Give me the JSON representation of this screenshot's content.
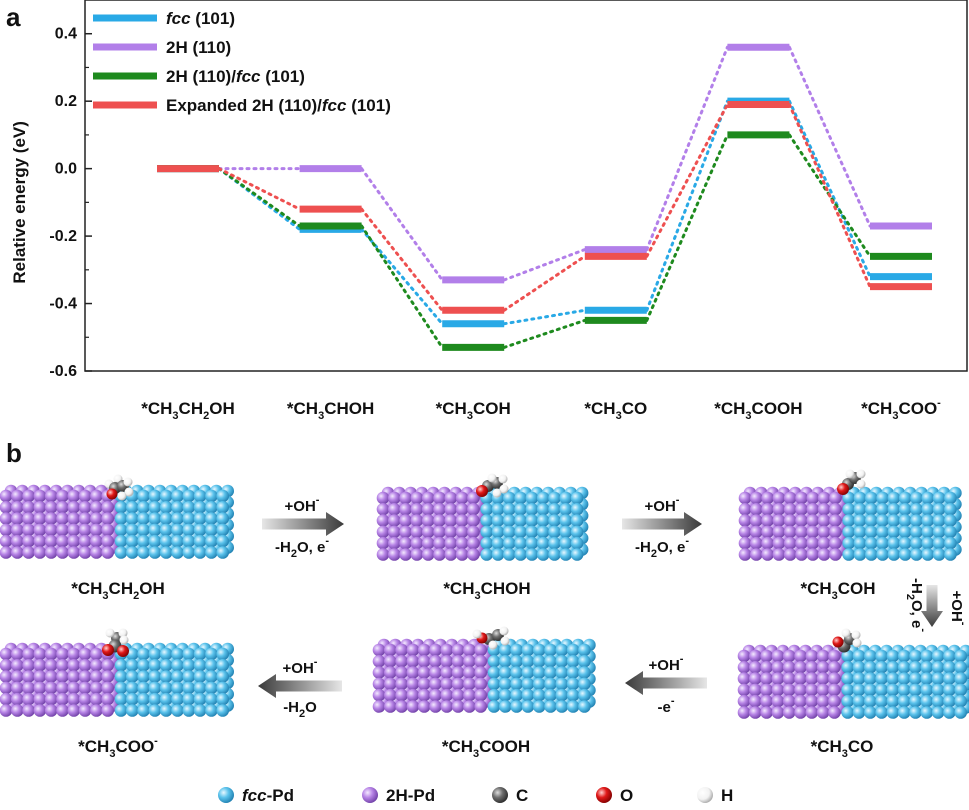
{
  "figure": {
    "panel_a": "a",
    "panel_b": "b"
  },
  "chart_data": {
    "type": "line",
    "ylabel": "Relative energy (eV)",
    "xlabel": "",
    "ylim": [
      -0.6,
      0.5
    ],
    "yticks": [
      "0.4",
      "0.2",
      "0.0",
      "-0.2",
      "-0.4",
      "-0.6"
    ],
    "ytick_values": [
      0.4,
      0.2,
      0.0,
      -0.2,
      -0.4,
      -0.6
    ],
    "grid": false,
    "legend": "top-left",
    "categories": [
      {
        "prefix": "*CH",
        "s1": "3",
        "mid": "CH",
        "s2": "2",
        "tail": "OH",
        "sup": ""
      },
      {
        "prefix": "*CH",
        "s1": "3",
        "mid": "CHOH",
        "s2": "",
        "tail": "",
        "sup": ""
      },
      {
        "prefix": "*CH",
        "s1": "3",
        "mid": "COH",
        "s2": "",
        "tail": "",
        "sup": ""
      },
      {
        "prefix": "*CH",
        "s1": "3",
        "mid": "CO",
        "s2": "",
        "tail": "",
        "sup": ""
      },
      {
        "prefix": "*CH",
        "s1": "3",
        "mid": "COOH",
        "s2": "",
        "tail": "",
        "sup": ""
      },
      {
        "prefix": "*CH",
        "s1": "3",
        "mid": "COO",
        "s2": "",
        "tail": "",
        "sup": "-"
      }
    ],
    "series": [
      {
        "name_parts": [
          {
            "t": "fcc",
            "i": true
          },
          {
            "t": " (101)",
            "i": false
          }
        ],
        "color": "#29a9e6",
        "values": [
          0.0,
          -0.18,
          -0.46,
          -0.42,
          0.2,
          -0.32
        ]
      },
      {
        "name_parts": [
          {
            "t": "2H  (110)",
            "i": false
          }
        ],
        "color": "#b27fe9",
        "values": [
          0.0,
          0.0,
          -0.33,
          -0.24,
          0.36,
          -0.17
        ]
      },
      {
        "name_parts": [
          {
            "t": "2H (110)/",
            "i": false
          },
          {
            "t": "fcc",
            "i": true
          },
          {
            "t": " (101)",
            "i": false
          }
        ],
        "color": "#1e8a1e",
        "values": [
          0.0,
          -0.17,
          -0.53,
          -0.45,
          0.1,
          -0.26
        ]
      },
      {
        "name_parts": [
          {
            "t": "Expanded 2H (110)/",
            "i": false
          },
          {
            "t": "fcc",
            "i": true
          },
          {
            "t": " (101)",
            "i": false
          }
        ],
        "color": "#ee5050",
        "values": [
          0.0,
          -0.12,
          -0.42,
          -0.26,
          0.19,
          -0.35
        ]
      }
    ]
  },
  "panel_b": {
    "states": [
      {
        "prefix": "*CH",
        "s1": "3",
        "mid": "CH",
        "s2": "2",
        "tail": "OH",
        "sup": ""
      },
      {
        "prefix": "*CH",
        "s1": "3",
        "mid": "CHOH",
        "s2": "",
        "tail": "",
        "sup": ""
      },
      {
        "prefix": "*CH",
        "s1": "3",
        "mid": "COH",
        "s2": "",
        "tail": "",
        "sup": ""
      },
      {
        "prefix": "*CH",
        "s1": "3",
        "mid": "COOH",
        "s2": "",
        "tail": "",
        "sup": ""
      },
      {
        "prefix": "*CH",
        "s1": "3",
        "mid": "CO",
        "s2": "",
        "tail": "",
        "sup": ""
      },
      {
        "prefix": "*CH",
        "s1": "3",
        "mid": "COO",
        "s2": "",
        "tail": "",
        "sup": "-"
      }
    ],
    "arrows": [
      {
        "top": "+OH",
        "top_sup": "-",
        "bot": "-H",
        "bot_sub": "2",
        "bot_tail": "O, e",
        "bot_sup": "-"
      },
      {
        "top": "+OH",
        "top_sup": "-",
        "bot": "-H",
        "bot_sub": "2",
        "bot_tail": "O, e",
        "bot_sup": "-"
      },
      {
        "top": "+OH",
        "top_sup": "-",
        "bot": "-H",
        "bot_sub": "2",
        "bot_tail": "O, e",
        "bot_sup": "-"
      },
      {
        "top": "+OH",
        "top_sup": "-",
        "bot": "-e",
        "bot_sub": "",
        "bot_tail": "",
        "bot_sup": "-"
      },
      {
        "top": "+OH",
        "top_sup": "-",
        "bot": "-H",
        "bot_sub": "2",
        "bot_tail": "O",
        "bot_sup": ""
      }
    ],
    "legend": [
      {
        "label_italic": "fcc",
        "label": "-Pd",
        "color": "#5bc3ec"
      },
      {
        "label_italic": "",
        "label": "2H-Pd",
        "color": "#b784e6"
      },
      {
        "label_italic": "",
        "label": "C",
        "color": "#6e6e6e"
      },
      {
        "label_italic": "",
        "label": "O",
        "color": "#e01818"
      },
      {
        "label_italic": "",
        "label": "H",
        "color": "#f2f2f2"
      }
    ],
    "colors": {
      "fcc_pd": "#5bc3ec",
      "h2_pd": "#b784e6",
      "carbon": "#6e6e6e",
      "oxygen": "#e01818",
      "hydrogen": "#f2f2f2"
    }
  }
}
